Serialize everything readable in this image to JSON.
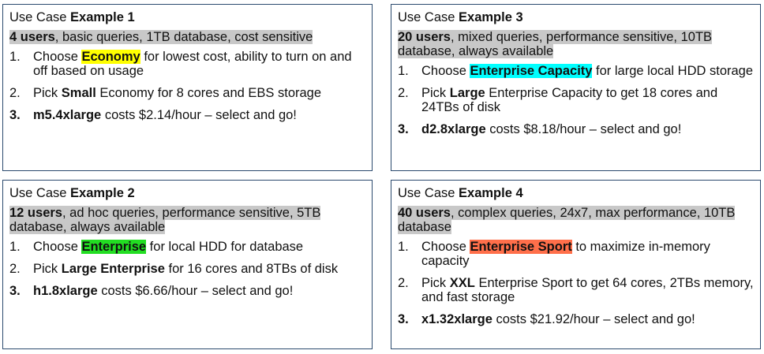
{
  "cards": [
    {
      "id": "c1",
      "title_prefix": "Use Case ",
      "title_bold": "Example 1",
      "summary_bold": "4 users",
      "summary_rest": ", basic queries, 1TB database, cost sensitive",
      "steps": [
        {
          "num": "1.",
          "pre": "Choose ",
          "highlight": "Economy",
          "post": " for lowest cost, ability to turn on and off based on usage"
        },
        {
          "num": "2.",
          "pre": "Pick ",
          "bold": "Small",
          "post": " Economy for 8 cores and EBS storage"
        },
        {
          "num": "3.",
          "bold": "m5.4xlarge",
          "post": " costs $2.14/hour – select and go!"
        }
      ]
    },
    {
      "id": "c3",
      "title_prefix": "Use Case ",
      "title_bold": "Example 3",
      "summary_bold": "20 users",
      "summary_rest": ", mixed queries, performance sensitive, 10TB database, always available",
      "steps": [
        {
          "num": "1.",
          "pre": "Choose ",
          "highlight": "Enterprise Capacity",
          "post": " for large local HDD storage"
        },
        {
          "num": "2.",
          "pre": "Pick ",
          "bold": "Large",
          "post": " Enterprise Capacity to get 18 cores and 24TBs of disk"
        },
        {
          "num": "3.",
          "bold": "d2.8xlarge",
          "post": " costs $8.18/hour – select and go!"
        }
      ]
    },
    {
      "id": "c2",
      "title_prefix": "Use Case ",
      "title_bold": "Example 2",
      "summary_bold": "12 users",
      "summary_rest": ", ad hoc queries, performance sensitive, 5TB database, always available",
      "steps": [
        {
          "num": "1.",
          "pre": "Choose ",
          "highlight": "Enterprise",
          "post": " for local HDD for database"
        },
        {
          "num": "2.",
          "pre": "Pick ",
          "bold": "Large Enterprise",
          "post": " for 16 cores and 8TBs of disk"
        },
        {
          "num": "3.",
          "bold": "h1.8xlarge",
          "post": " costs $6.66/hour – select and go!"
        }
      ]
    },
    {
      "id": "c4",
      "title_prefix": "Use Case ",
      "title_bold": "Example 4",
      "summary_bold": "40 users",
      "summary_rest": ", complex queries, 24x7, max performance, 10TB database",
      "steps": [
        {
          "num": "1.",
          "pre": "Choose ",
          "highlight": "Enterprise Sport",
          "post": " to maximize in-memory capacity"
        },
        {
          "num": "2.",
          "pre": "Pick ",
          "bold": "XXL",
          "post": " Enterprise Sport to get 64 cores, 2TBs memory, and fast storage"
        },
        {
          "num": "3.",
          "bold": "x1.32xlarge",
          "post": " costs $21.92/hour – select and go!"
        }
      ]
    }
  ],
  "highlight_colors": {
    "economy": "#ffff00",
    "enterprise_capacity": "#00ffff",
    "enterprise": "#22dd22",
    "enterprise_sport": "#ff6f4a",
    "summary_band": "#c8c8c8"
  }
}
